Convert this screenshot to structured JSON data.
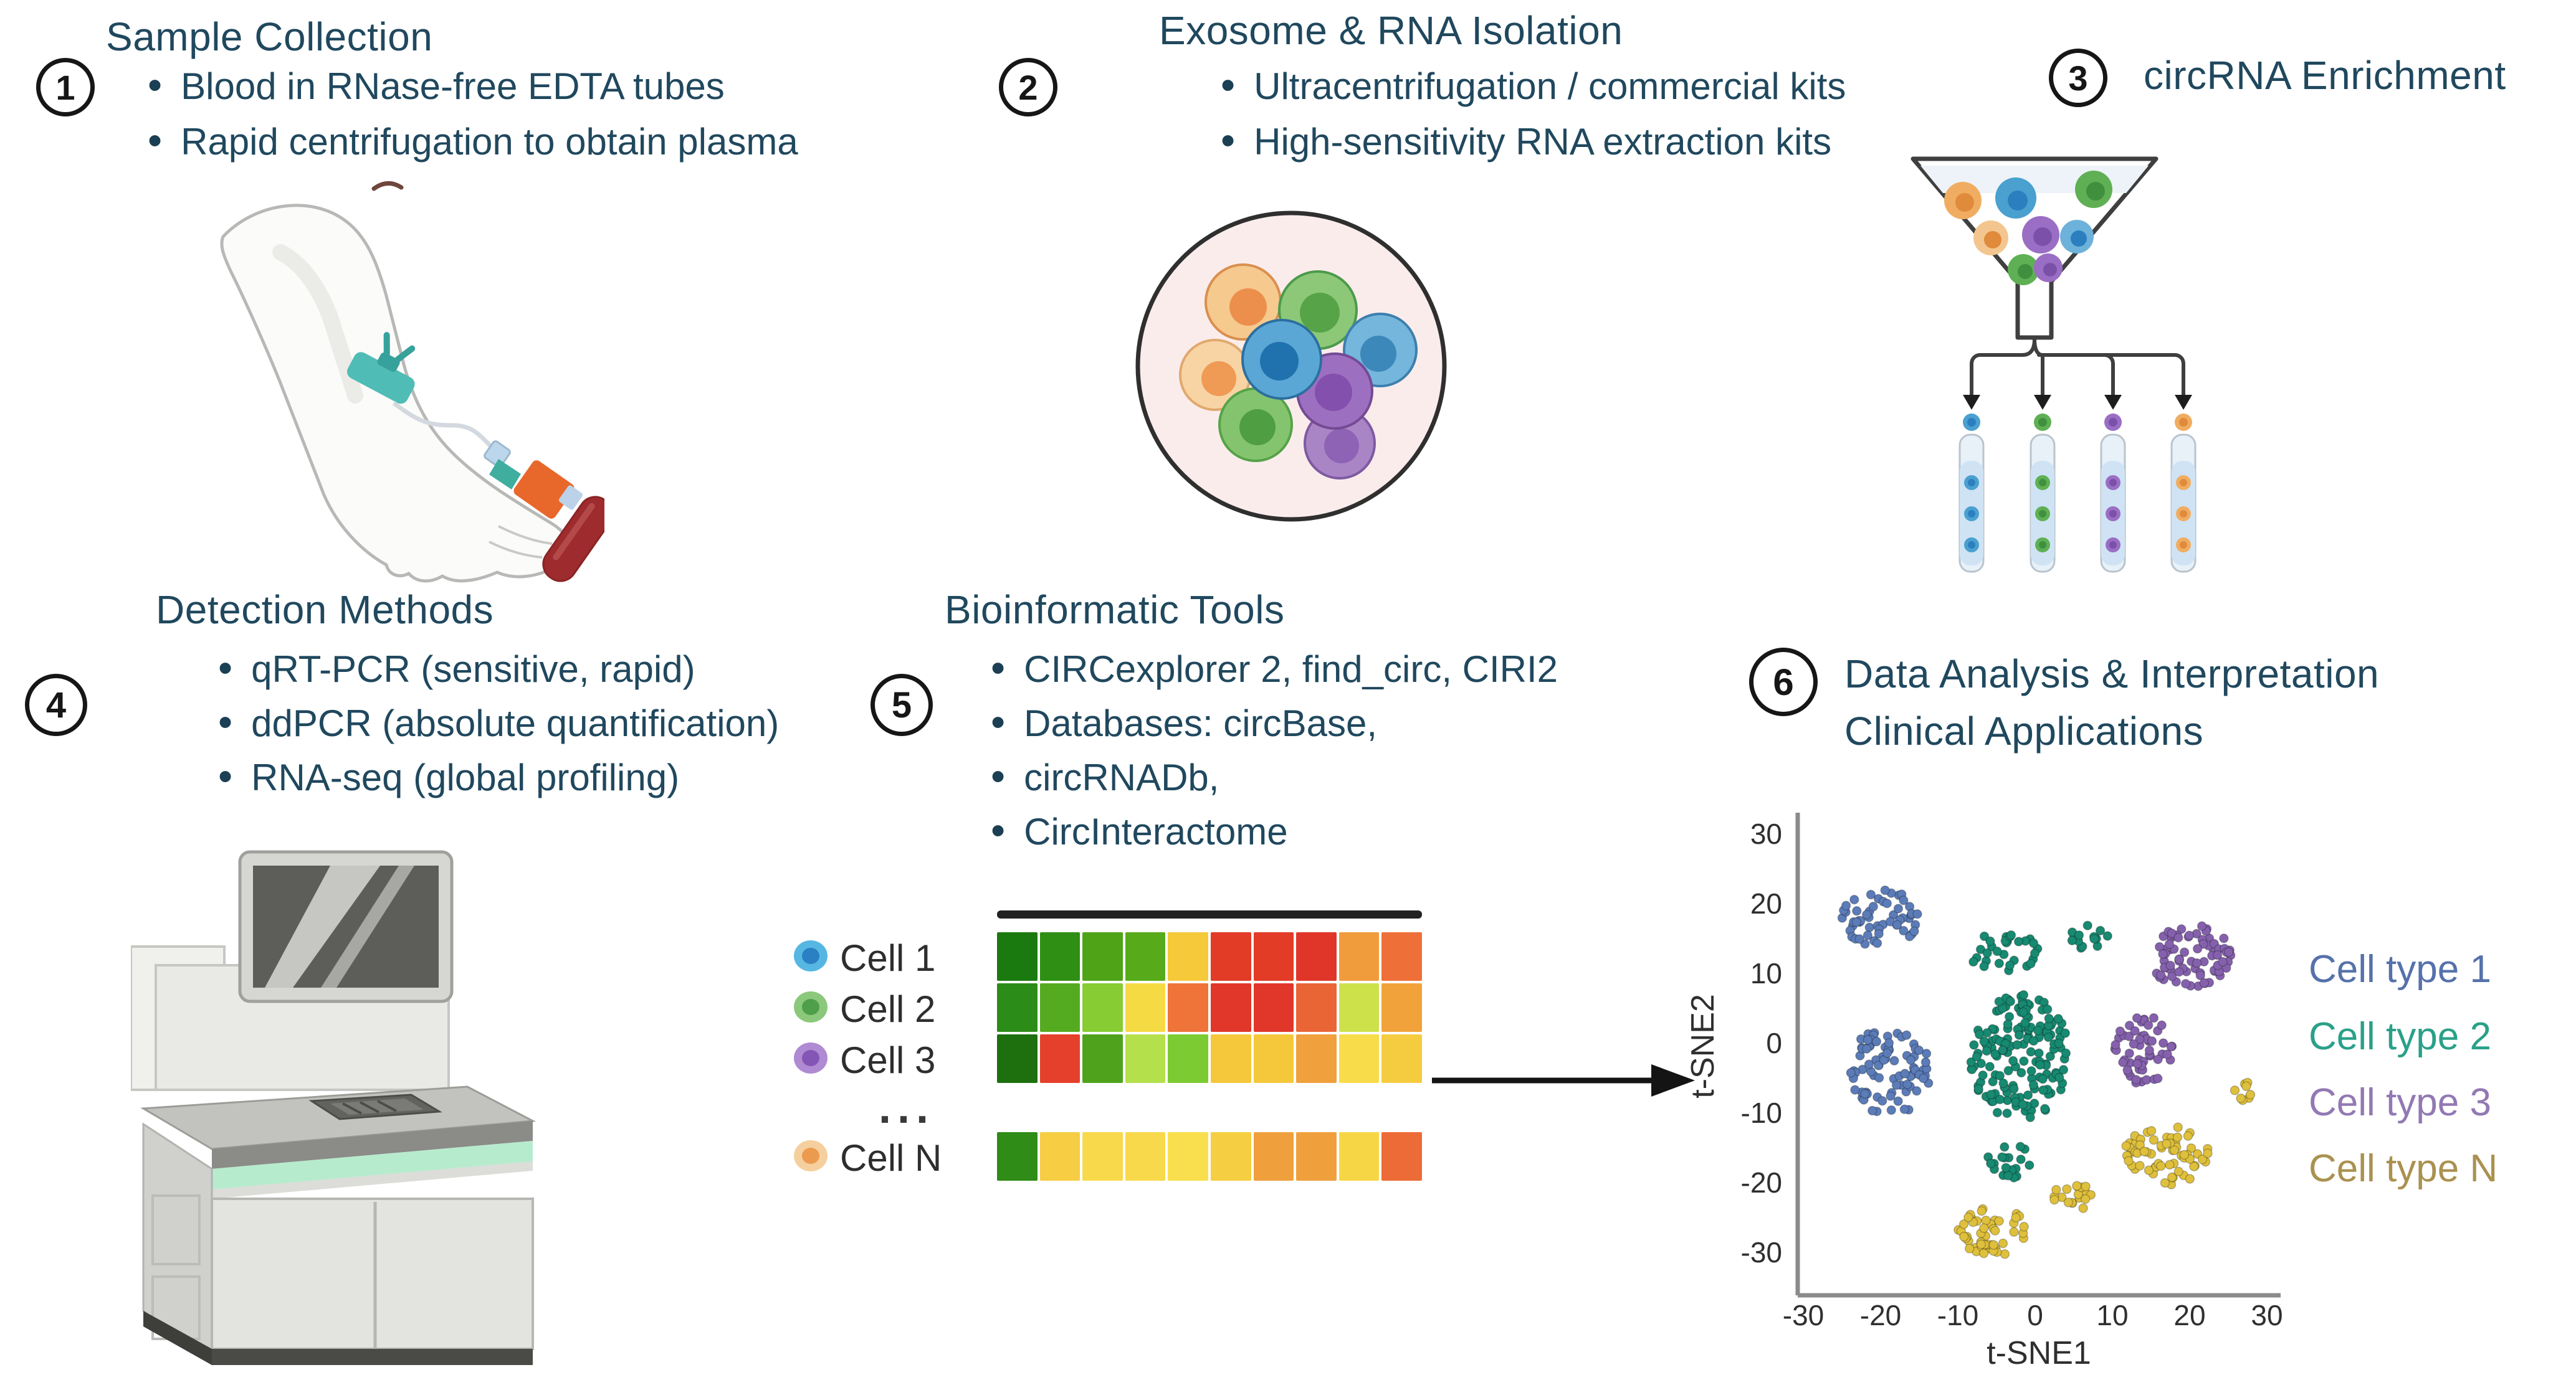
{
  "palette": {
    "text": "#20485e",
    "bullet_dot": "#1b3f54",
    "number": "#161616",
    "axis_line": "#8b8b8b",
    "tick_text": "#2f2f2f",
    "arrow": "#141414",
    "heatmap_top_bar": "#222222"
  },
  "steps": [
    {
      "number": "1",
      "title": "Sample Collection",
      "bullets": [
        "Blood in RNase-free EDTA tubes",
        "Rapid centrifugation to obtain plasma"
      ]
    },
    {
      "number": "2",
      "title": "Exosome & RNA Isolation",
      "bullets": [
        "Ultracentrifugation / commercial kits",
        "High-sensitivity RNA extraction kits"
      ]
    },
    {
      "number": "3",
      "title": "circRNA Enrichment",
      "bullets": []
    },
    {
      "number": "4",
      "title": "Detection Methods",
      "bullets": [
        "qRT-PCR (sensitive, rapid)",
        "ddPCR (absolute quantification)",
        "RNA-seq (global profiling)"
      ]
    },
    {
      "number": "5",
      "title": "Bioinformatic Tools",
      "bullets": [
        "CIRCexplorer 2, find_circ, CIRI2",
        "Databases: circBase,",
        "circRNADb,",
        "CircInteractome"
      ]
    },
    {
      "number": "6",
      "title": "Data Analysis & Interpretation",
      "title_line2": "Clinical Applications",
      "bullets": []
    }
  ],
  "heatmap": {
    "ellipsis": "...",
    "rows": [
      {
        "label": "Cell 1",
        "dot": {
          "outer": "#57b7e3",
          "inner": "#2a80c2"
        }
      },
      {
        "label": "Cell 2",
        "dot": {
          "outer": "#8bc87c",
          "inner": "#4f9f4a"
        }
      },
      {
        "label": "Cell 3",
        "dot": {
          "outer": "#b08ad2",
          "inner": "#8356b5"
        }
      },
      {
        "label": "Cell N",
        "dot": {
          "outer": "#f6cf9e",
          "inner": "#ec9a4e"
        }
      }
    ]
  },
  "chart_data": [
    {
      "type": "heatmap",
      "rows": [
        "Cell 1",
        "Cell 2",
        "Cell 3",
        "Cell N"
      ],
      "colors": [
        [
          "#1b7a0f",
          "#2f8f14",
          "#4ea317",
          "#57ab1a",
          "#f6c93b",
          "#e23b26",
          "#e23b26",
          "#df3629",
          "#f09c3d",
          "#ee7038"
        ],
        [
          "#2c8c18",
          "#55ab20",
          "#86cc32",
          "#f6da43",
          "#ee7439",
          "#e1372a",
          "#e1372a",
          "#ea6536",
          "#cde14b",
          "#f2a23b"
        ],
        [
          "#1d700d",
          "#e5402c",
          "#4fa31c",
          "#b4e04c",
          "#7dcb32",
          "#f5c83b",
          "#f5c83b",
          "#f0a03c",
          "#f8dc49",
          "#f5cc40"
        ],
        [
          "#2e8c17",
          "#f6cd43",
          "#f8d94b",
          "#f8d94b",
          "#f9df4e",
          "#f6ce41",
          "#efa03d",
          "#efa03d",
          "#f7d646",
          "#ed6b37"
        ]
      ]
    },
    {
      "type": "scatter",
      "title": "",
      "xlabel": "t-SNE1",
      "ylabel": "t-SNE2",
      "xlim": [
        -30,
        30
      ],
      "ylim": [
        -35,
        30
      ],
      "xticks": [
        -30,
        -20,
        -10,
        0,
        10,
        20,
        30
      ],
      "yticks": [
        30,
        20,
        10,
        0,
        -10,
        -20,
        -30
      ],
      "grid": false,
      "legend_position": "right",
      "series": [
        {
          "name": "Cell type 1",
          "color": "#5b7cb8",
          "label_color": "#5671ab",
          "clusters": [
            {
              "cx": -20,
              "cy": 18,
              "rx": 5.0,
              "ry": 4.2,
              "n": 55
            },
            {
              "cx": -19,
              "cy": -4,
              "rx": 5.4,
              "ry": 6.4,
              "n": 85
            }
          ]
        },
        {
          "name": "Cell type 2",
          "color": "#178a71",
          "label_color": "#2aa088",
          "clusters": [
            {
              "cx": -2,
              "cy": -2,
              "rx": 6.5,
              "ry": 9.0,
              "n": 170
            },
            {
              "cx": -4,
              "cy": 13,
              "rx": 4.5,
              "ry": 3.0,
              "n": 30
            },
            {
              "cx": 7,
              "cy": 15,
              "rx": 2.5,
              "ry": 2.0,
              "n": 14
            },
            {
              "cx": -3,
              "cy": -17,
              "rx": 3.5,
              "ry": 2.5,
              "n": 20
            }
          ]
        },
        {
          "name": "Cell type 3",
          "color": "#8561ad",
          "label_color": "#9279b3",
          "clusters": [
            {
              "cx": 20,
              "cy": 12.5,
              "rx": 5.5,
              "ry": 4.5,
              "n": 75
            },
            {
              "cx": 14,
              "cy": -1,
              "rx": 3.8,
              "ry": 5.0,
              "n": 55
            }
          ]
        },
        {
          "name": "Cell type N",
          "color": "#dfc03c",
          "label_color": "#aa9150",
          "clusters": [
            {
              "cx": -5.5,
              "cy": -27,
              "rx": 4.5,
              "ry": 3.5,
              "n": 50
            },
            {
              "cx": 5,
              "cy": -22,
              "rx": 2.8,
              "ry": 2.0,
              "n": 20
            },
            {
              "cx": 17,
              "cy": -16,
              "rx": 5.5,
              "ry": 4.5,
              "n": 65
            },
            {
              "cx": 27.5,
              "cy": -7,
              "rx": 1.8,
              "ry": 1.5,
              "n": 8
            }
          ]
        }
      ]
    }
  ]
}
